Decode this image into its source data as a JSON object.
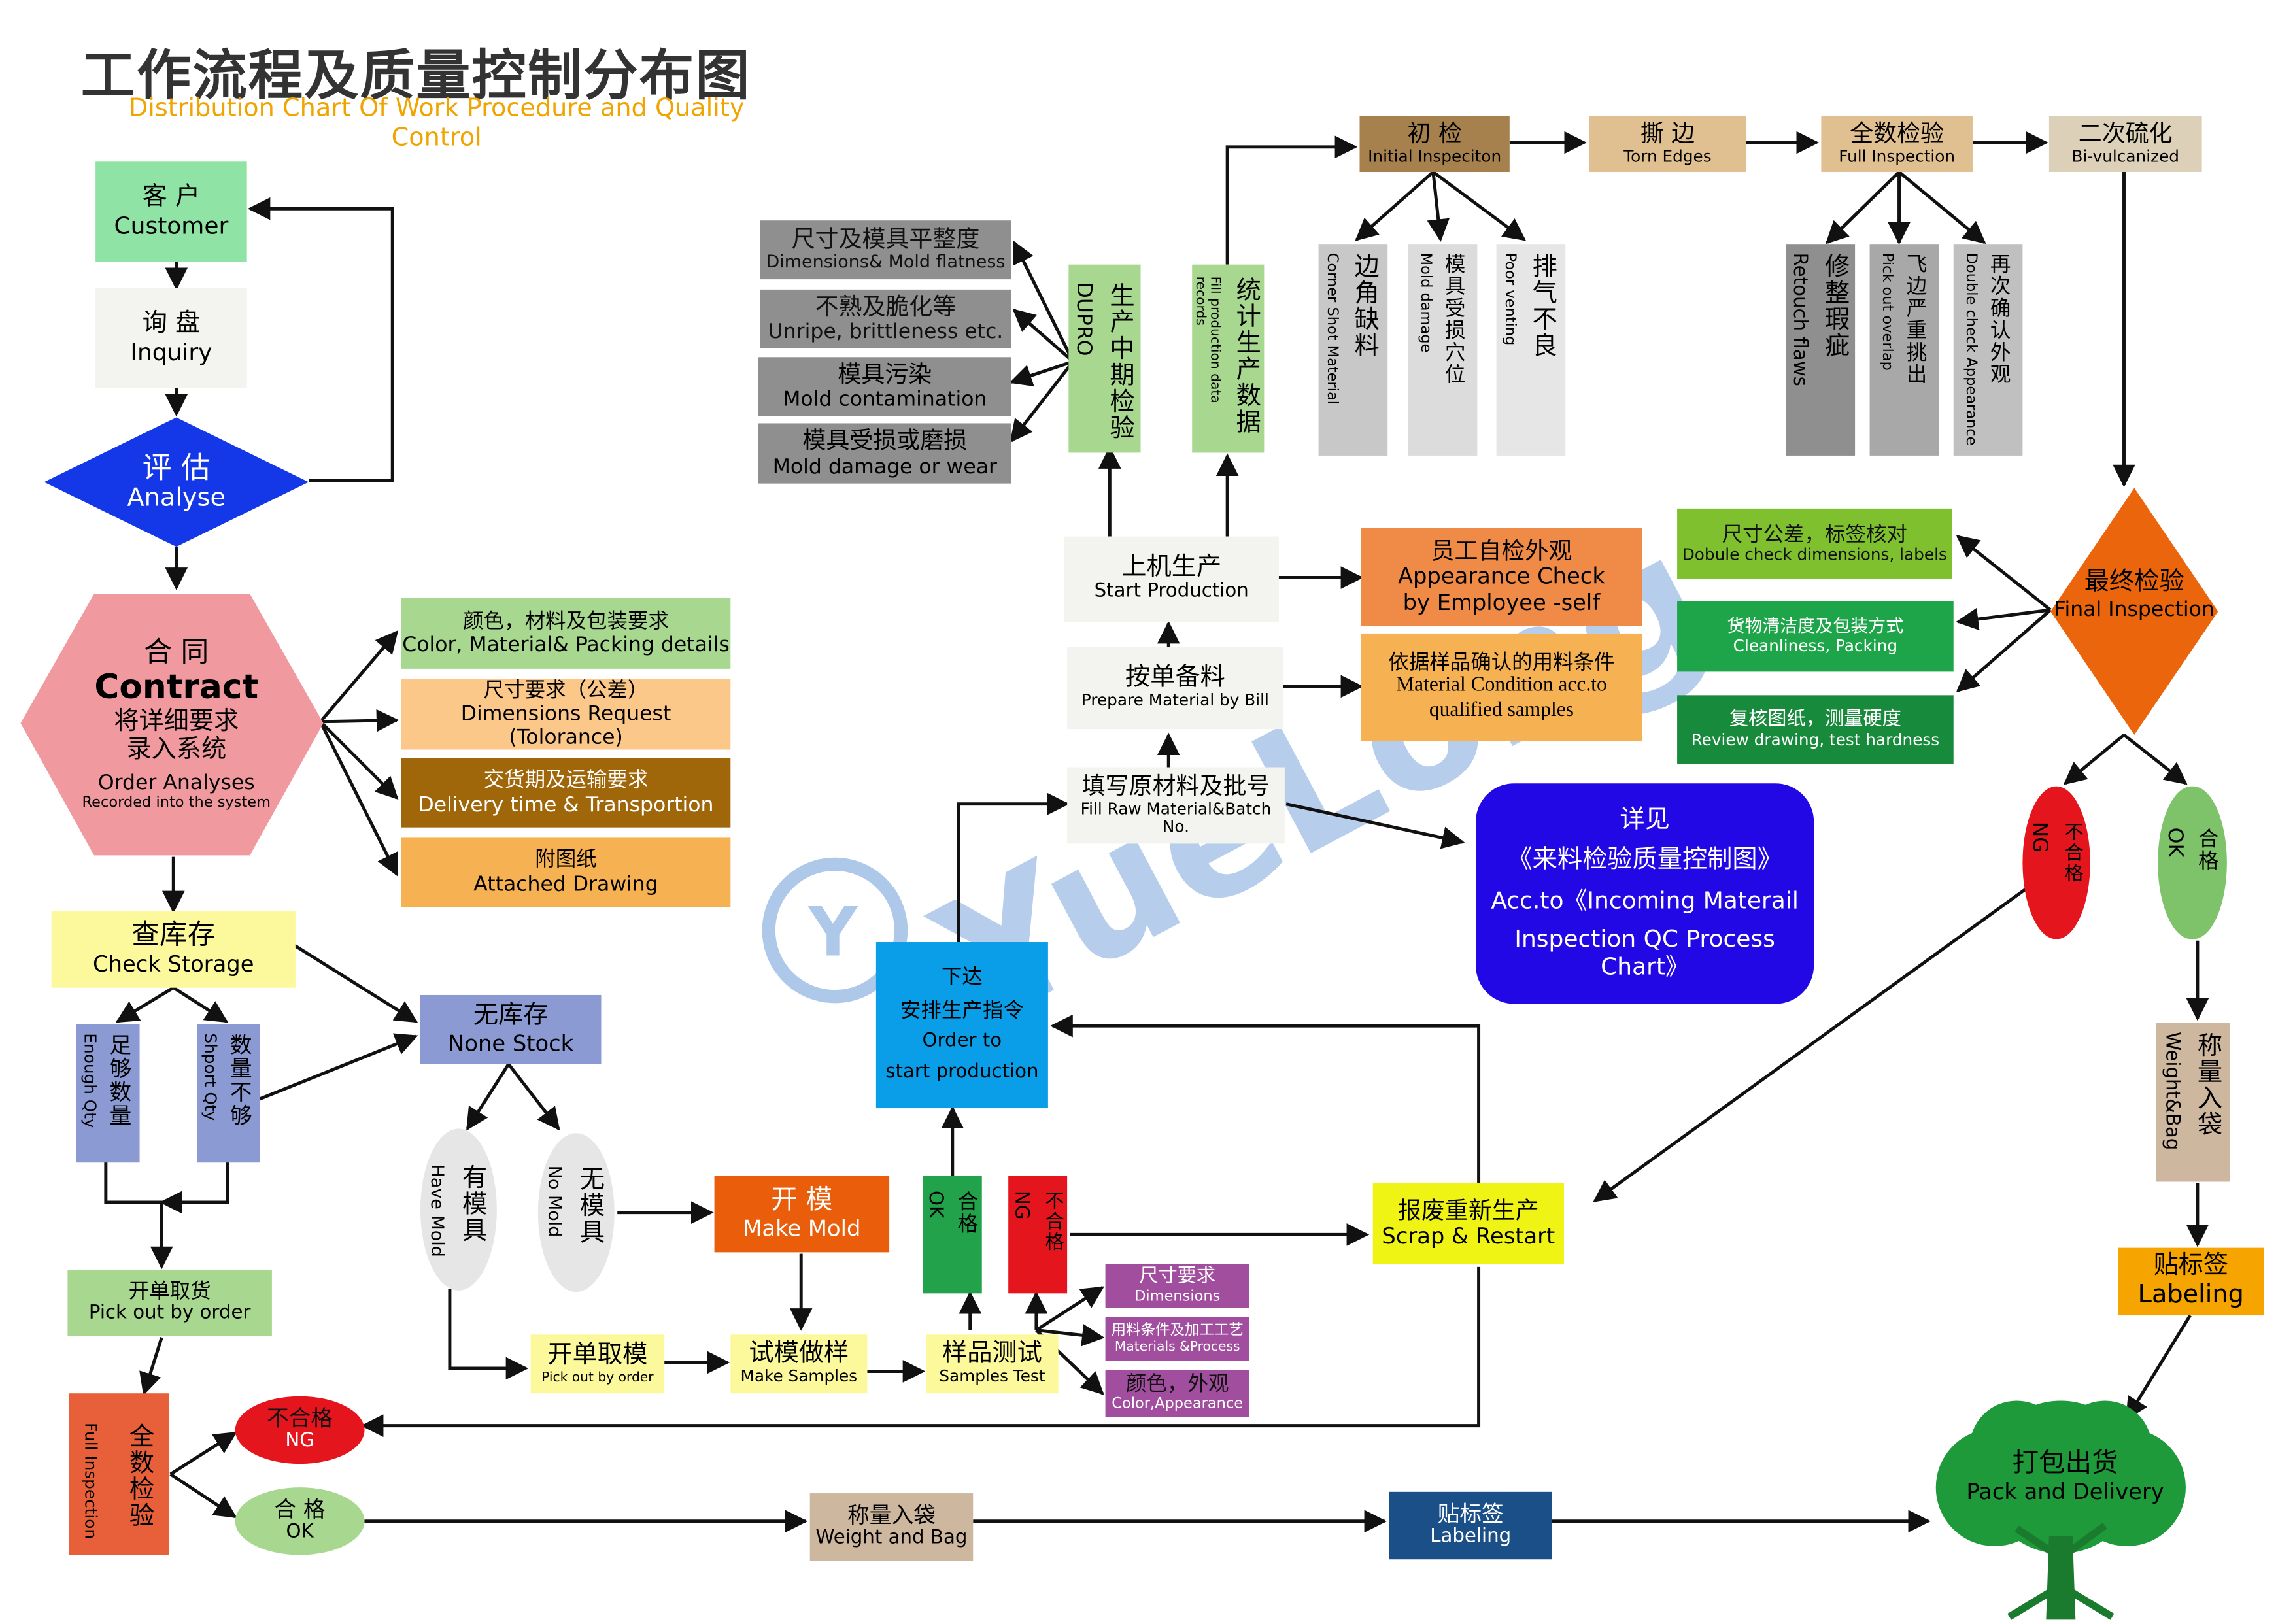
{
  "title": {
    "zh": "工作流程及质量控制分布图",
    "en": "Distribution Chart Of Work Procedure and Quality Control"
  },
  "watermark": "YueLong",
  "customer": {
    "zh": "客 户",
    "en": "Customer"
  },
  "inquiry": {
    "zh": "询 盘",
    "en": "Inquiry"
  },
  "analyse": {
    "zh": "评 估",
    "en": "Analyse"
  },
  "contract": {
    "zh": "合 同",
    "en": "Contract",
    "zh2": "将详细要求",
    "zh3": "录入系统",
    "en2": "Order Analyses",
    "en3": "Recorded into the system"
  },
  "details": [
    {
      "zh": "颜色，材料及包装要求",
      "en": "Color, Material& Packing details",
      "color": "#a8d890"
    },
    {
      "zh": "尺寸要求（公差）",
      "en": "Dimensions Request (Tolorance)",
      "color": "#fbc88a"
    },
    {
      "zh": "交货期及运输要求",
      "en": "Delivery time & Transportion",
      "color": "#a0660a"
    },
    {
      "zh": "附图纸",
      "en": "Attached Drawing",
      "color": "#f6b252"
    }
  ],
  "check_storage": {
    "zh": "查库存",
    "en": "Check Storage"
  },
  "enough": {
    "zh": "足够数量",
    "en": "Enough Qty"
  },
  "short": {
    "zh": "数量不够",
    "en": "Shport Qty"
  },
  "none_stock": {
    "zh": "无库存",
    "en": "None Stock"
  },
  "have_mold": {
    "zh": "有模具",
    "en": "Have Mold"
  },
  "no_mold": {
    "zh": "无模具",
    "en": "No Mold"
  },
  "make_mold": {
    "zh": "开 模",
    "en": "Make Mold"
  },
  "pick_out": {
    "zh": "开单取货",
    "en": "Pick out by order"
  },
  "pick_mold": {
    "zh": "开单取模",
    "en": "Pick out by order"
  },
  "make_samples": {
    "zh": "试模做样",
    "en": "Make Samples"
  },
  "samples_test": {
    "zh": "样品测试",
    "en": "Samples Test"
  },
  "sample_items": [
    {
      "zh": "尺寸要求",
      "en": "Dimensions"
    },
    {
      "zh": "用料条件及加工工艺",
      "en": "Materials &Process"
    },
    {
      "zh": "颜色，外观",
      "en": "Color,Appearance"
    }
  ],
  "sample_ok": {
    "zh": "合格",
    "en": "OK"
  },
  "sample_ng": {
    "zh": "不合格",
    "en": "NG"
  },
  "order_start": {
    "zh1": "下达",
    "zh2": "安排生产指令",
    "en1": "Order to",
    "en2": "start production"
  },
  "scrap": {
    "zh": "报废重新生产",
    "en": "Scrap & Restart"
  },
  "full_insp_left": {
    "zh": "全数检验",
    "en": "Full Inspection"
  },
  "ng_left": {
    "zh": "不合格",
    "en": "NG"
  },
  "ok_left": {
    "zh": "合 格",
    "en": "OK"
  },
  "weigh_bottom": {
    "zh": "称量入袋",
    "en": "Weight and Bag"
  },
  "label_bottom": {
    "zh": "贴标签",
    "en": "Labeling"
  },
  "fill_raw": {
    "zh": "填写原材料及批号",
    "en": "Fill Raw Material&Batch No."
  },
  "prepare": {
    "zh": "按单备料",
    "en": "Prepare Material by Bill"
  },
  "start_prod": {
    "zh": "上机生产",
    "en": "Start Production"
  },
  "self_check": {
    "zh": "员工自检外观",
    "en1": "Appearance Check",
    "en2": "by Employee -self"
  },
  "material_cond": {
    "zh": "依据样品确认的用料条件",
    "en1": "Material Condition acc.to",
    "en2": "qualified samples"
  },
  "see_chart": {
    "zh1": "详见",
    "zh2": "《来料检验质量控制图》",
    "en1": "Acc.to《Incoming Materail",
    "en2": "Inspection QC Process Chart》"
  },
  "dupro": {
    "zh": "生产中期检验",
    "en": "DUPRO"
  },
  "stats": {
    "zh": "统计生产数据",
    "en": "Fill production data records"
  },
  "dupro_items": [
    {
      "zh": "尺寸及模具平整度",
      "en": "Dimensions& Mold flatness"
    },
    {
      "zh": "不熟及脆化等",
      "en": "Unripe, brittleness etc."
    },
    {
      "zh": "模具污染",
      "en": "Mold contamination"
    },
    {
      "zh": "模具受损或磨损",
      "en": "Mold damage or wear"
    }
  ],
  "initial": {
    "zh": "初 检",
    "en": "Initial Inspeciton"
  },
  "torn": {
    "zh": "撕 边",
    "en": "Torn Edges"
  },
  "full_insp_top": {
    "zh": "全数检验",
    "en": "Full Inspection"
  },
  "bivul": {
    "zh": "二次硫化",
    "en": "Bi-vulcanized"
  },
  "initial_items": [
    {
      "zh": "边角缺料",
      "en": "Corner Shot Material"
    },
    {
      "zh": "模具受损穴位",
      "en": "Mold damage"
    },
    {
      "zh": "排气不良",
      "en": "Poor venting"
    }
  ],
  "full_items": [
    {
      "zh": "修整瑕疵",
      "en": "Retouch flaws"
    },
    {
      "zh": "飞边严重挑出",
      "en": "Pick out overlap"
    },
    {
      "zh": "再次确认外观",
      "en": "Double check Appearance"
    }
  ],
  "final": {
    "zh": "最终检验",
    "en": "Final Inspection"
  },
  "final_items": [
    {
      "zh": "尺寸公差，标签核对",
      "en": "Dobule check dimensions, labels"
    },
    {
      "zh": "货物清洁度及包装方式",
      "en": "Cleanliness, Packing"
    },
    {
      "zh": "复核图纸，测量硬度",
      "en": "Review drawing, test hardness"
    }
  ],
  "final_ng": {
    "zh": "不合格",
    "en": "NG"
  },
  "final_ok": {
    "zh": "合格",
    "en": "OK"
  },
  "weigh_right": {
    "zh": "称量入袋",
    "en": "Weight&Bag"
  },
  "label_right": {
    "zh": "贴标签",
    "en": "Labeling"
  },
  "pack": {
    "zh": "打包出货",
    "en": "Pack and Delivery"
  }
}
